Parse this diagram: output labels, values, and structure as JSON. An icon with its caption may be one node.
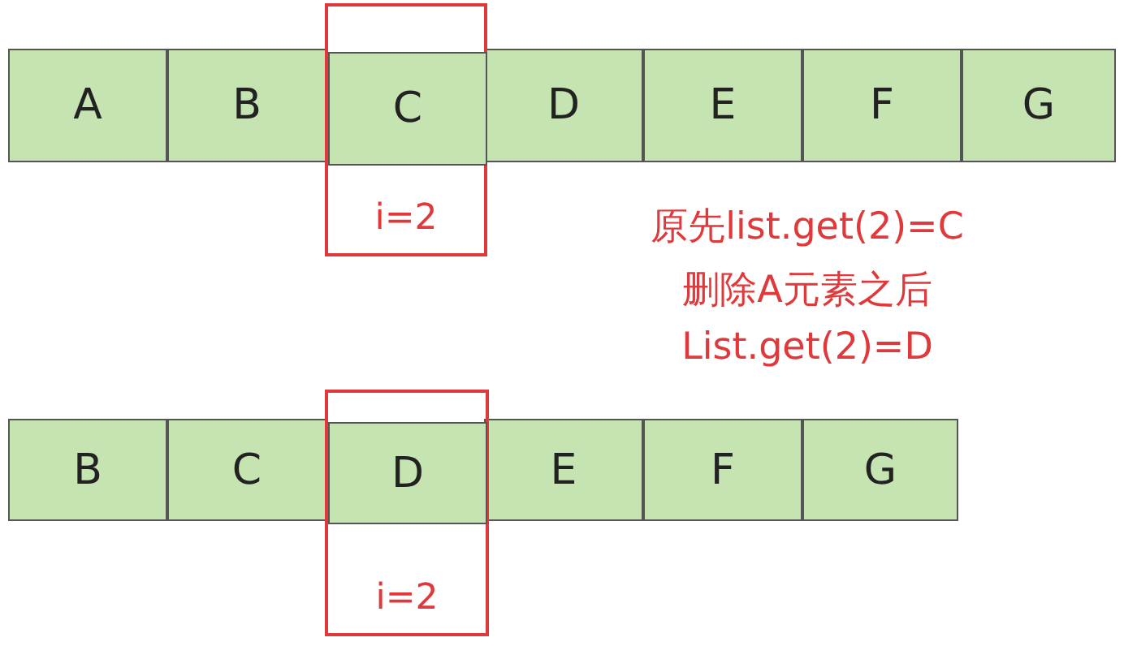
{
  "diagram": {
    "nodes": [
      {
        "text": [
          "A"
        ]
      },
      {
        "text": [
          "B"
        ]
      },
      {
        "text": [
          "i=2"
        ]
      },
      {
        "text": [
          "C"
        ],
        "in": 2
      },
      {
        "text": [
          "D"
        ]
      },
      {
        "text": [
          "E"
        ]
      },
      {
        "text": [
          "F"
        ]
      },
      {
        "text": [
          "G"
        ]
      },
      {
        "text": [
          "B"
        ]
      },
      {
        "text": [
          "C"
        ]
      },
      {
        "text": [
          "i=2"
        ]
      },
      {
        "text": [
          "D"
        ],
        "in": 10
      },
      {
        "text": [
          "E"
        ]
      },
      {
        "text": [
          "F"
        ]
      },
      {
        "text": [
          "G"
        ]
      }
    ],
    "edges": [],
    "labels": [
      "原先list.get(2)=C",
      "删除A元素之后",
      "List.get(2)=D"
    ]
  }
}
